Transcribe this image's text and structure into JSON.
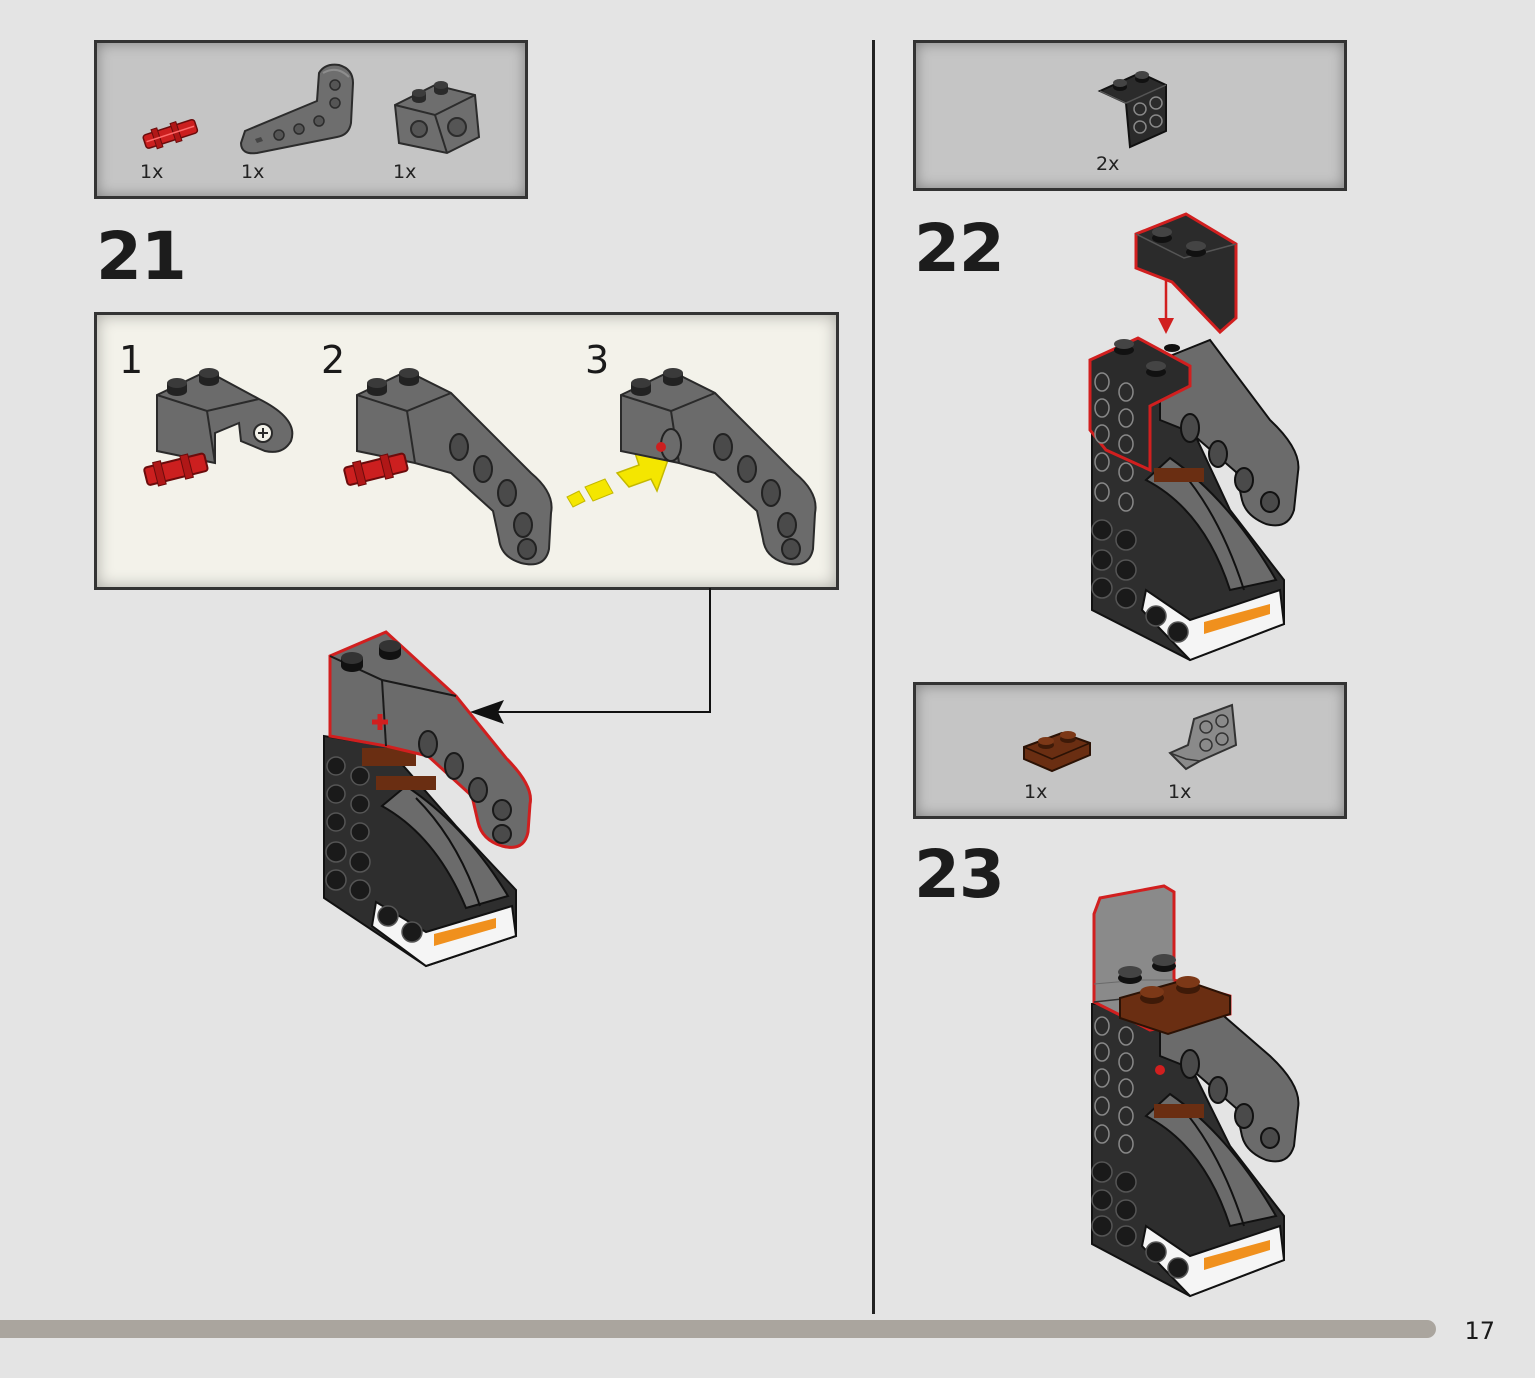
{
  "page": {
    "number": "17",
    "progress": 0.935
  },
  "step21": {
    "number": "21",
    "parts": [
      {
        "qty": "1x",
        "icon": "red-axle-pin-icon",
        "color": "#cc1f1f"
      },
      {
        "qty": "1x",
        "icon": "gray-liftarm-icon",
        "color": "#6b6b6b"
      },
      {
        "qty": "1x",
        "icon": "gray-pin-block-icon",
        "color": "#6b6b6b"
      }
    ],
    "substeps": [
      {
        "number": "1"
      },
      {
        "number": "2"
      },
      {
        "number": "3"
      }
    ]
  },
  "step22": {
    "number": "22",
    "parts": [
      {
        "qty": "2x",
        "icon": "black-bracket-icon",
        "color": "#2b2b2b"
      }
    ]
  },
  "step23": {
    "number": "23",
    "parts": [
      {
        "qty": "1x",
        "icon": "brown-plate-icon",
        "color": "#6a2e12"
      },
      {
        "qty": "1x",
        "icon": "gray-bracket-icon",
        "color": "#8a8a8a"
      }
    ]
  },
  "colors": {
    "highlight": "#d11f1f",
    "arrow_yellow": "#f4e600",
    "brick_dark": "#2a2a2a",
    "brick_gray": "#6b6b6b",
    "accent_orange": "#f0901d"
  }
}
